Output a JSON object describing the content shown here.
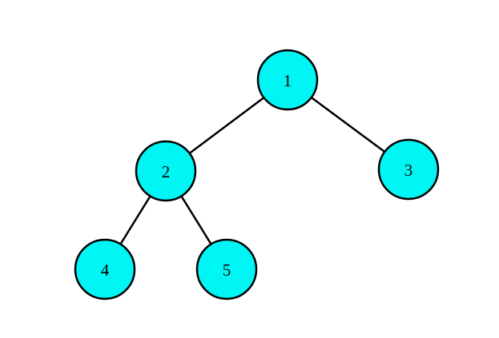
{
  "tree": {
    "nodes": [
      {
        "id": "1",
        "label": "1"
      },
      {
        "id": "2",
        "label": "2"
      },
      {
        "id": "3",
        "label": "3"
      },
      {
        "id": "4",
        "label": "4"
      },
      {
        "id": "5",
        "label": "5"
      }
    ],
    "edges": [
      {
        "from": "1",
        "to": "2"
      },
      {
        "from": "1",
        "to": "3"
      },
      {
        "from": "2",
        "to": "4"
      },
      {
        "from": "2",
        "to": "5"
      }
    ]
  },
  "colors": {
    "node_fill": "#00f5f5",
    "node_stroke": "#000000",
    "edge": "#000000",
    "background": "#ffffff"
  }
}
